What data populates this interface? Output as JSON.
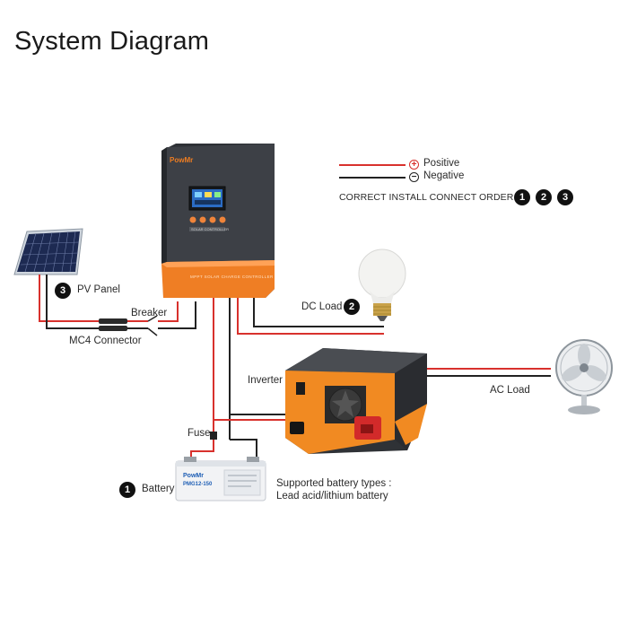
{
  "title": "System Diagram",
  "legend": {
    "positive_label": "Positive",
    "negative_label": "Negative",
    "positive_sign": "+",
    "negative_sign": "−",
    "order_label": "CORRECT INSTALL CONNECT ORDER:",
    "order_steps": [
      "1",
      "2",
      "3"
    ],
    "positive_color": "#d8312d",
    "negative_color": "#222222"
  },
  "controller": {
    "brand": "PowMr",
    "panel_text": "MPPT SOLAR CHARGE CONTROLLER",
    "button_strip_text": "SOLAR CONTROLLER",
    "body_color": "#3c3f44",
    "accent_color": "#ee7d22"
  },
  "components": {
    "pv_panel": {
      "step": "3",
      "label": "PV Panel"
    },
    "breaker": {
      "label": "Breaker"
    },
    "mc4": {
      "label": "MC4 Connector"
    },
    "dc_load": {
      "step": "2",
      "label": "DC Load"
    },
    "inverter": {
      "label": "Inverter"
    },
    "ac_load": {
      "label": "AC Load"
    },
    "fuse": {
      "label": "Fuse"
    },
    "battery": {
      "step": "1",
      "label": "Battery",
      "brand": "PowMr",
      "model": "PMG12-150",
      "types_title": "Supported battery types :",
      "types_text": "Lead acid/lithium battery"
    }
  }
}
